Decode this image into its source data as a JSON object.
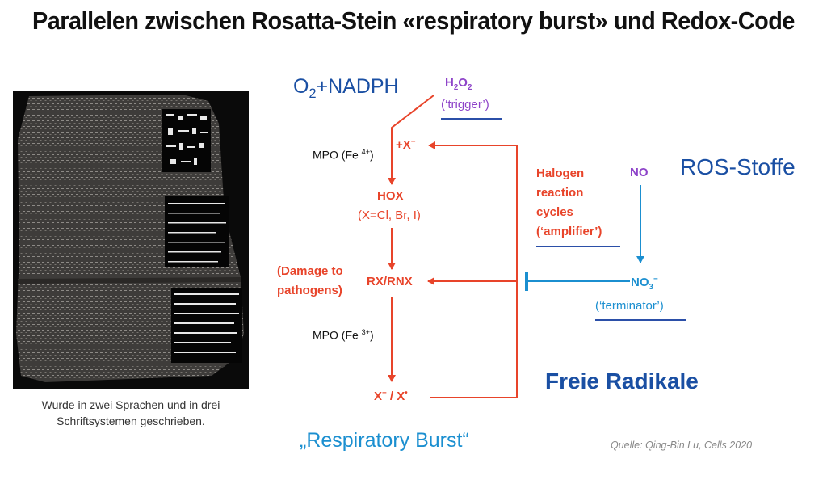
{
  "title": "Parallelen zwischen Rosatta-Stein «respiratory burst» und Redox-Code",
  "caption": "Wurde in zwei Sprachen und in drei Schriftsystemen geschrieben.",
  "colors": {
    "red": "#e8442a",
    "blue": "#1a4fa3",
    "cyan": "#1b8fd0",
    "purple": "#8e44c9",
    "underline": "#2b4fa8"
  },
  "diagram": {
    "o2_nadph": {
      "main": "O",
      "sub": "2",
      "rest": "+NADPH"
    },
    "h2o2": {
      "a": "H",
      "sub1": "2",
      "b": "O",
      "sub2": "2"
    },
    "trigger": "(‘trigger’)",
    "mpo_fe4": {
      "text": "MPO (Fe ",
      "sup": "4+",
      "close": ")"
    },
    "x_minus": {
      "text": "+X",
      "sup": "−"
    },
    "hox": "HOX",
    "hox_note": "(X=Cl, Br, I)",
    "damage_line1": "(Damage to",
    "damage_line2": "pathogens)",
    "rx_rnx": "RX/RNX",
    "mpo_fe3": {
      "text": "MPO (Fe ",
      "sup": "3+",
      "close": ")"
    },
    "x_radical": {
      "text1": "X",
      "sup1": "−",
      "mid": " / X",
      "sup2": "•"
    },
    "halogen_line1": "Halogen",
    "halogen_line2": "reaction",
    "halogen_line3": "cycles",
    "amplifier": "(‘amplifier’)",
    "no": "NO",
    "no3": {
      "text": "NO",
      "sub": "3",
      "sup": "−"
    },
    "terminator": "(‘terminator’)",
    "ros": "ROS-Stoffe",
    "freie": "Freie Radikale",
    "resp_burst": "„Respiratory Burst“",
    "quelle": "Quelle: Qing-Bin Lu, Cells 2020"
  }
}
